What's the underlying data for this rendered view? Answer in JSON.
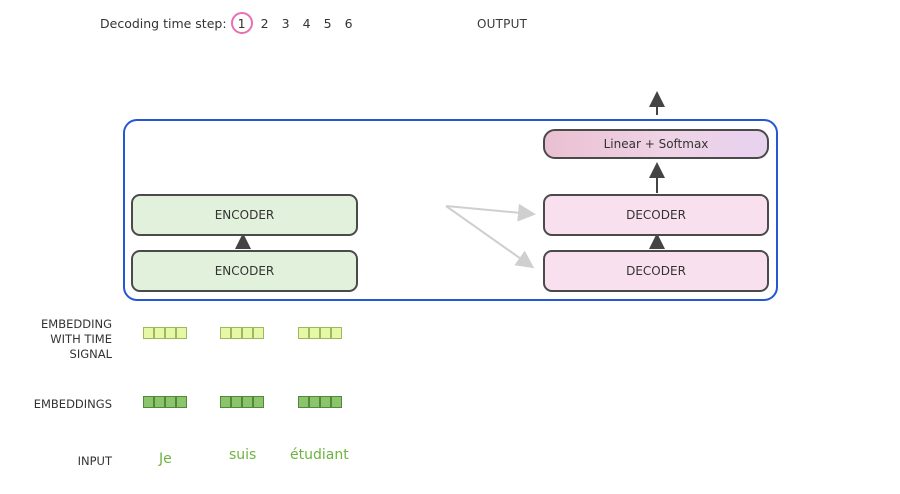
{
  "header": {
    "steps_label": "Decoding time step:",
    "steps": [
      "1",
      "2",
      "3",
      "4",
      "5",
      "6"
    ],
    "active_step": "1",
    "output_label": "OUTPUT"
  },
  "encoders": [
    {
      "label": "ENCODER"
    },
    {
      "label": "ENCODER"
    }
  ],
  "decoders": [
    {
      "label": "DECODER"
    },
    {
      "label": "DECODER"
    }
  ],
  "linear_softmax": {
    "label": "Linear + Softmax"
  },
  "rows": {
    "embedding_with_time_signal": "EMBEDDING\nWITH TIME\nSIGNAL",
    "embeddings": "EMBEDDINGS",
    "input": "INPUT"
  },
  "input_words": [
    "Je",
    "suis",
    "étudiant"
  ],
  "colors": {
    "frame": "#2456d6",
    "encoder_fill": "#e2f1dc",
    "decoder_fill": "#f9e0ee",
    "active_step_ring": "#e86fb1",
    "word_color": "#6db33f",
    "embedding_light": "#e6f7a8",
    "embedding_dark": "#8cc46c"
  }
}
